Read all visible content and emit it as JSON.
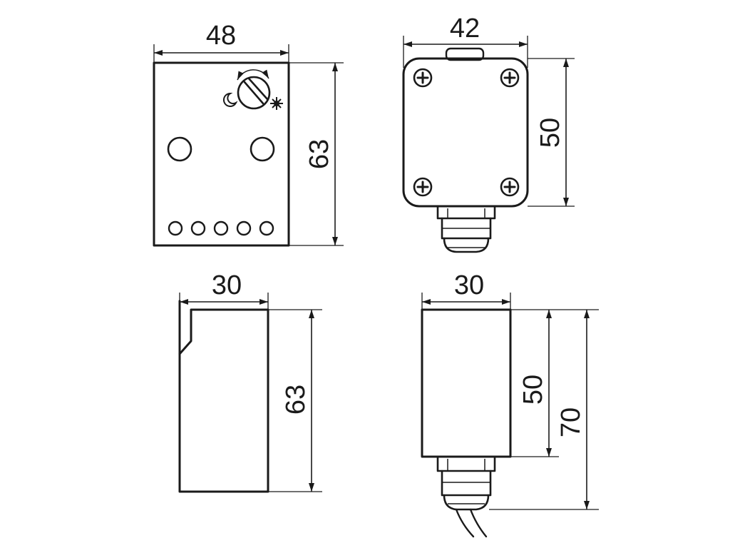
{
  "views": {
    "front": {
      "width_label": "48",
      "height_label": "63"
    },
    "top": {
      "width_label": "42",
      "height_label": "50"
    },
    "side": {
      "width_label": "30",
      "height_label": "63"
    },
    "bottom": {
      "width_label": "30",
      "height_inner_label": "50",
      "height_outer_label": "70"
    }
  },
  "icons": [
    "rotation-arrow-icon",
    "moon-icon",
    "sun-icon",
    "screw-icon"
  ],
  "colors": {
    "line": "#1a1a1a",
    "background": "#ffffff"
  }
}
